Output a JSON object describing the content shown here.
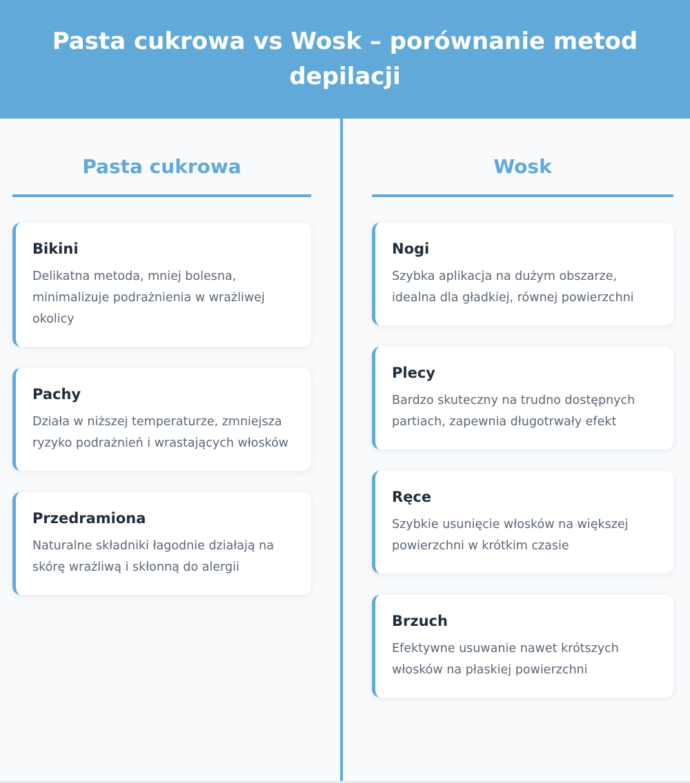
{
  "header": {
    "title": "Pasta cukrowa vs Wosk – porównanie metod depilacji"
  },
  "left": {
    "title": "Pasta cukrowa",
    "cards": [
      {
        "title": "Bikini",
        "text": "Delikatna metoda, mniej bolesna, minimalizuje podrażnienia w wrażliwej okolicy"
      },
      {
        "title": "Pachy",
        "text": "Działa w niższej temperaturze, zmniejsza ryzyko podrażnień i wrastających włosków"
      },
      {
        "title": "Przedramiona",
        "text": "Naturalne składniki łagodnie działają na skórę wrażliwą i skłonną do alergii"
      }
    ]
  },
  "right": {
    "title": "Wosk",
    "cards": [
      {
        "title": "Nogi",
        "text": "Szybka aplikacja na dużym obszarze, idealna dla gładkiej, równej powierzchni"
      },
      {
        "title": "Plecy",
        "text": "Bardzo skuteczny na trudno dostępnych partiach, zapewnia długotrwały efekt"
      },
      {
        "title": "Ręce",
        "text": "Szybkie usunięcie włosków na większej powierzchni w krótkim czasie"
      },
      {
        "title": "Brzuch",
        "text": "Efektywne usuwanie nawet krótszych włosków na płaskiej powierzchni"
      }
    ]
  },
  "colors": {
    "accent": "#61a9d9",
    "heading": "#1f2d3d",
    "body": "#5b6776",
    "card": "#ffffff"
  }
}
